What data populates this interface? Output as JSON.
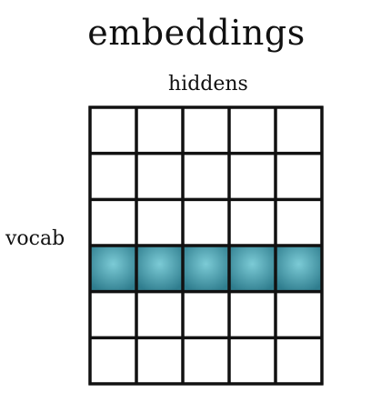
{
  "diagram": {
    "title": "embeddings",
    "column_axis_label": "hiddens",
    "row_axis_label": "vocab",
    "rows": 6,
    "columns": 5,
    "highlighted_row_index": 3,
    "colors": {
      "line": "#111111",
      "highlight_light": "#7ccbd6",
      "highlight_dark": "#2f7d8e",
      "background": "#ffffff"
    }
  }
}
